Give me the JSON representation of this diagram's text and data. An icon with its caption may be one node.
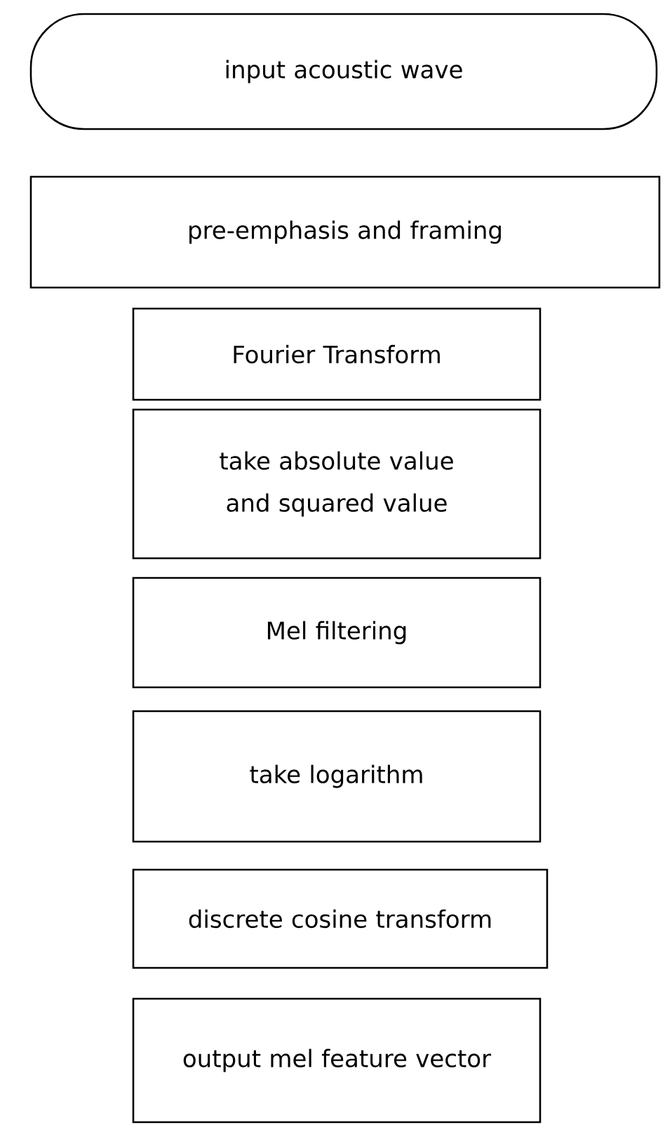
{
  "diagram": {
    "nodes": [
      {
        "text": [
          "input acoustic wave"
        ]
      },
      {
        "text": [
          "pre-emphasis and framing"
        ]
      },
      {
        "text": [
          "Fourier Transform"
        ]
      },
      {
        "text": [
          "take absolute value and squared value"
        ]
      },
      {
        "text": [
          "Mel filtering"
        ]
      },
      {
        "text": [
          "take logarithm"
        ]
      },
      {
        "text": [
          "discrete cosine transform"
        ]
      },
      {
        "text": [
          "output mel feature vector"
        ]
      }
    ]
  }
}
